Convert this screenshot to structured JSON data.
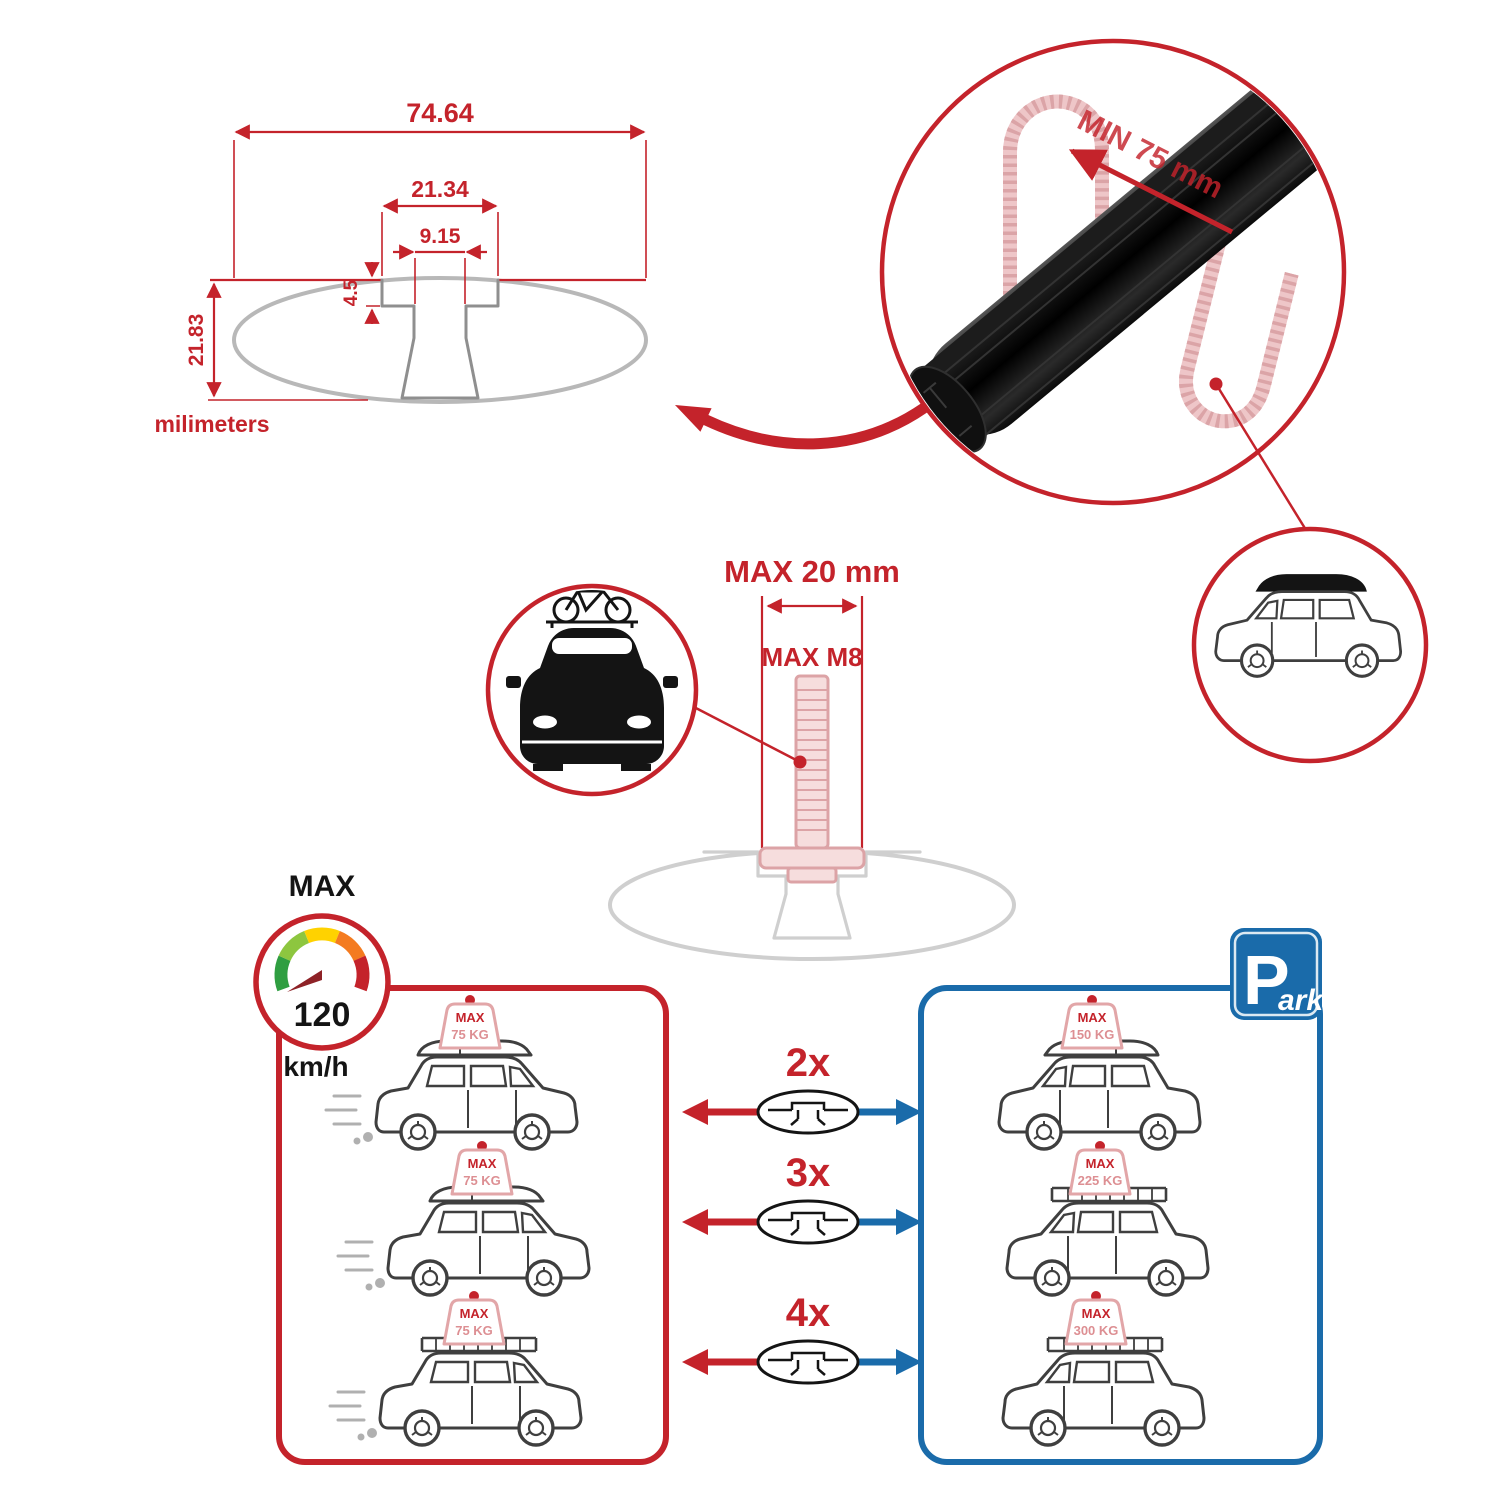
{
  "profile_dimensions": {
    "total_width": "74.64",
    "slot_outer_width": "21.34",
    "slot_inner_width": "9.15",
    "slot_depth": "4.5",
    "total_height": "21.83",
    "units_label": "milimeters"
  },
  "crossbar_detail": {
    "min_bar_length": "MIN 75 mm"
  },
  "tbolt_detail": {
    "max_head_width": "MAX 20 mm",
    "max_thread": "MAX M8"
  },
  "speed_limit": {
    "label": "MAX",
    "value": "120",
    "units": "km/h"
  },
  "park_sign": {
    "initial": "P",
    "rest": "ark"
  },
  "capacity": {
    "multipliers": [
      "2x",
      "3x",
      "4x"
    ],
    "driving": [
      {
        "label": "MAX",
        "value": "75 KG"
      },
      {
        "label": "MAX",
        "value": "75 KG"
      },
      {
        "label": "MAX",
        "value": "75 KG"
      }
    ],
    "parked": [
      {
        "label": "MAX",
        "value": "150 KG"
      },
      {
        "label": "MAX",
        "value": "225 KG"
      },
      {
        "label": "MAX",
        "value": "300 KG"
      }
    ]
  },
  "colors": {
    "accent_red": "#c4232b",
    "accent_blue": "#1a6baa",
    "bolt_pink": "#dca3a6",
    "profile_gray": "#cfcfcf"
  }
}
